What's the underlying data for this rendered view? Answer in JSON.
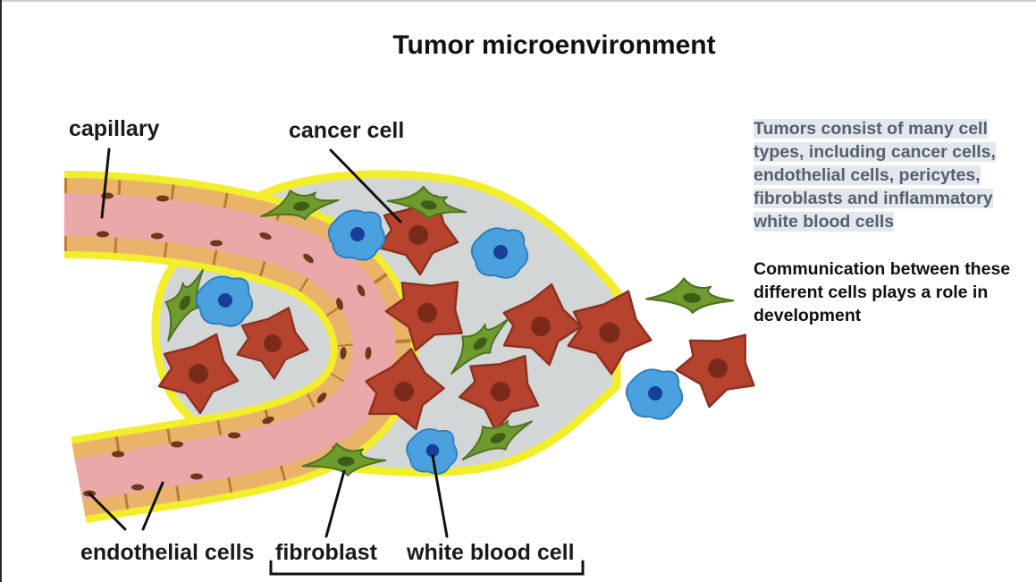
{
  "title": "Tumor microenvironment",
  "labels": {
    "capillary": "capillary",
    "cancer_cell": "cancer cell",
    "endothelial_cells": "endothelial cells",
    "fibroblast": "fibroblast",
    "white_blood_cell": "white blood cell"
  },
  "side_text": {
    "paragraph_1": "Tumors consist of many cell types, including cancer cells, endothelial cells, pericytes, fibroblasts and inflammatory white blood cells",
    "paragraph_2": "Communication between these different cells plays a role in development"
  },
  "colors": {
    "tumor_fill": "#d3d6d6",
    "tumor_border": "#f2ee2b",
    "capillary_lumen": "#eaa8a8",
    "endothelial": "#e9b469",
    "cancer_cell": "#b5432e",
    "fibroblast": "#6f9a2e",
    "white_blood_cell": "#4aa1dd"
  }
}
